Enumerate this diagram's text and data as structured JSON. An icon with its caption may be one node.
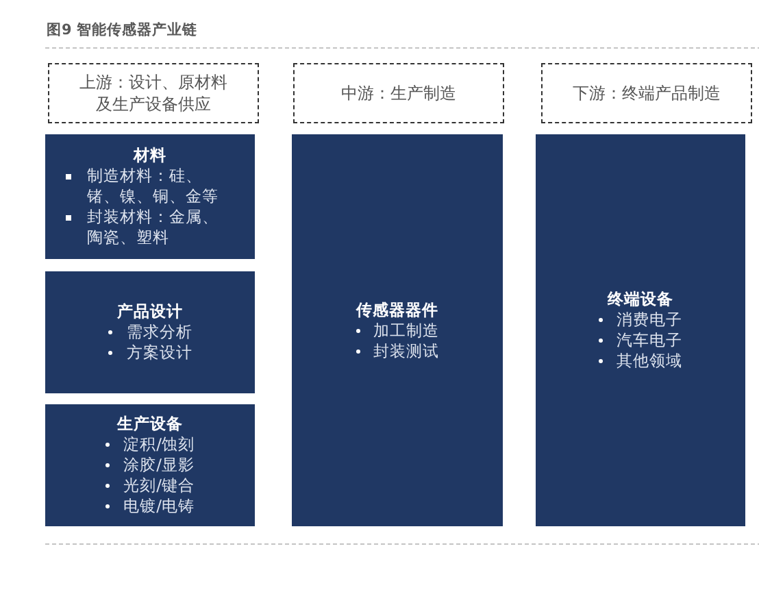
{
  "diagram": {
    "title": "图9 智能传感器产业链",
    "nodes": [
      {
        "text": [
          "上游：设计、原材料及生产设备供应"
        ]
      },
      {
        "text": [
          "中游：生产制造"
        ]
      },
      {
        "text": [
          "下游：终端产品制造"
        ]
      },
      {
        "text": [
          "材料",
          "制造材料：硅、锗、镍、铜、金等",
          "封装材料：金属、陶瓷、塑料"
        ]
      },
      {
        "text": [
          "产品设计",
          "需求分析",
          "方案设计"
        ]
      },
      {
        "text": [
          "生产设备",
          "淀积/蚀刻",
          "涂胶/显影",
          "光刻/键合",
          "电镀/电铸"
        ]
      },
      {
        "text": [
          "传感器器件",
          "加工制造",
          "封装测试"
        ]
      },
      {
        "text": [
          "终端设备",
          "消费电子",
          "汽车电子",
          "其他领域"
        ]
      }
    ]
  }
}
